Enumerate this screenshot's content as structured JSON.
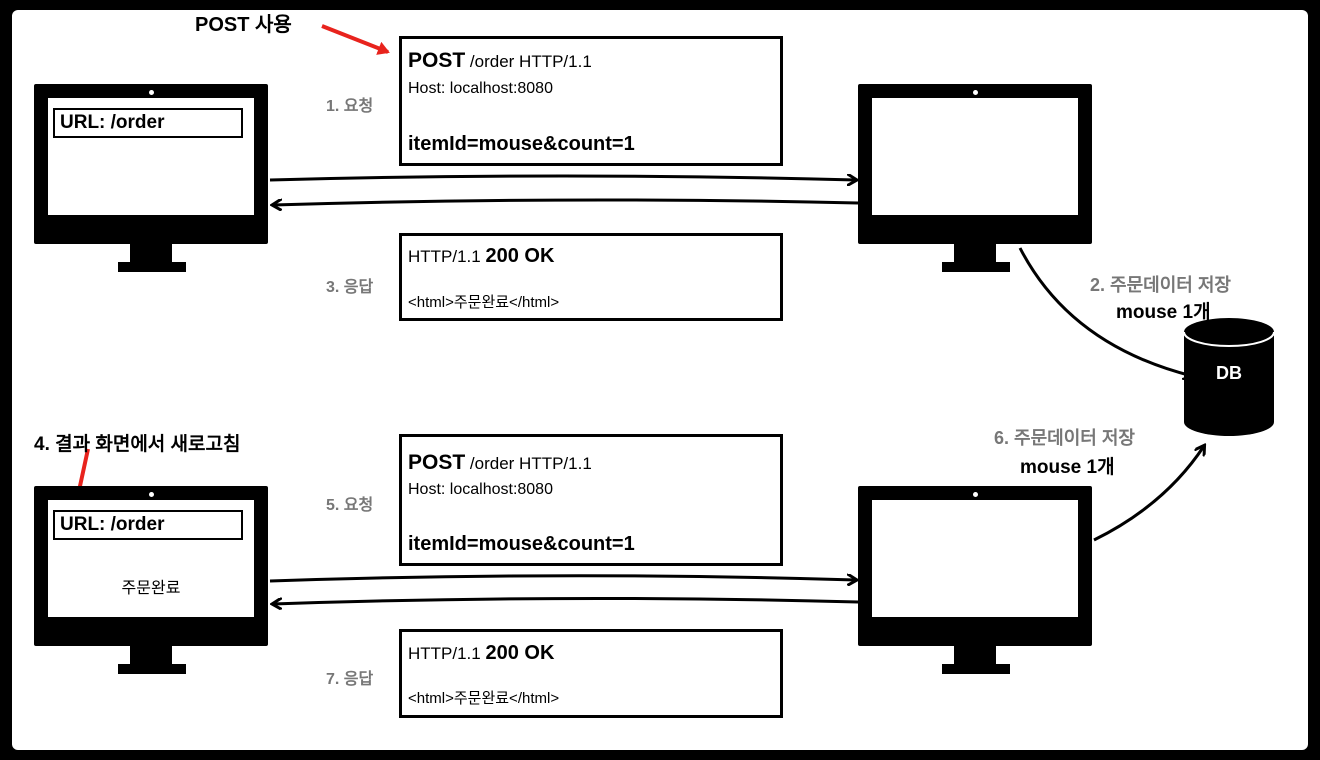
{
  "top": {
    "annotation": "POST 사용",
    "client_url": "URL: /order",
    "step_request": "1. 요청",
    "request": {
      "method": "POST",
      "line_rest": " /order HTTP/1.1",
      "host": "Host: localhost:8080",
      "body": "itemId=mouse&count=1"
    },
    "step_response": "3. 응답",
    "response": {
      "status_prefix": "HTTP/1.1 ",
      "status_code": "200 OK",
      "body": "<html>주문완료</html>"
    },
    "db_step": "2. 주문데이터 저장",
    "db_item": "mouse 1개"
  },
  "bottom": {
    "annotation": "4. 결과 화면에서 새로고침",
    "client_url": "URL: /order",
    "client_content": "주문완료",
    "step_request": "5. 요청",
    "request": {
      "method": "POST",
      "line_rest": " /order HTTP/1.1",
      "host": "Host: localhost:8080",
      "body": "itemId=mouse&count=1"
    },
    "step_response": "7. 응답",
    "response": {
      "status_prefix": "HTTP/1.1 ",
      "status_code": "200 OK",
      "body": "<html>주문완료</html>"
    },
    "db_step": "6. 주문데이터 저장",
    "db_item": "mouse 1개"
  },
  "db_label": "DB",
  "colors": {
    "annotation_arrow": "#e8231d",
    "step_label": "#777777"
  }
}
